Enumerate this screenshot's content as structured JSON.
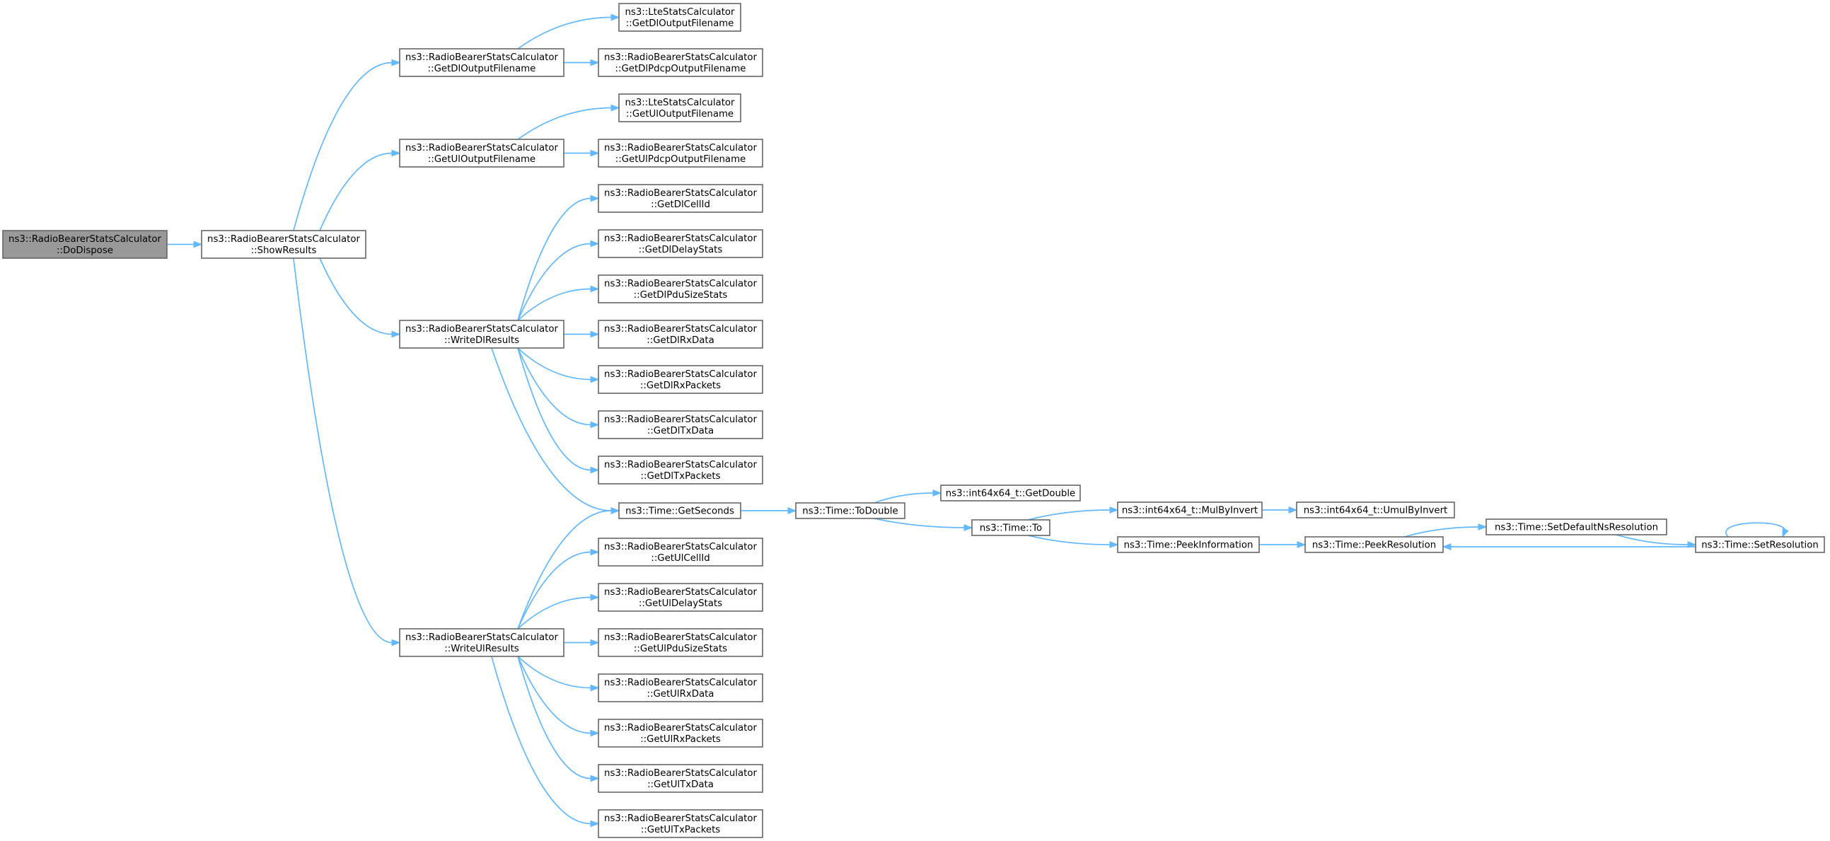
{
  "diagram": {
    "type": "call-graph",
    "edge_color": "#63b8ff",
    "node_border_color": "#666666",
    "root_fill_color": "#999999",
    "nodes": [
      {
        "id": "dispose",
        "lines": [
          "ns3::RadioBearerStatsCalculator",
          "::DoDispose"
        ],
        "root": true
      },
      {
        "id": "show",
        "lines": [
          "ns3::RadioBearerStatsCalculator",
          "::ShowResults"
        ]
      },
      {
        "id": "getdlout",
        "lines": [
          "ns3::RadioBearerStatsCalculator",
          "::GetDlOutputFilename"
        ]
      },
      {
        "id": "getulout",
        "lines": [
          "ns3::RadioBearerStatsCalculator",
          "::GetUlOutputFilename"
        ]
      },
      {
        "id": "writedl",
        "lines": [
          "ns3::RadioBearerStatsCalculator",
          "::WriteDlResults"
        ]
      },
      {
        "id": "writeul",
        "lines": [
          "ns3::RadioBearerStatsCalculator",
          "::WriteUlResults"
        ]
      },
      {
        "id": "lte_dl",
        "lines": [
          "ns3::LteStatsCalculator",
          "::GetDlOutputFilename"
        ]
      },
      {
        "id": "pdcp_dl",
        "lines": [
          "ns3::RadioBearerStatsCalculator",
          "::GetDlPdcpOutputFilename"
        ]
      },
      {
        "id": "lte_ul",
        "lines": [
          "ns3::LteStatsCalculator",
          "::GetUlOutputFilename"
        ]
      },
      {
        "id": "pdcp_ul",
        "lines": [
          "ns3::RadioBearerStatsCalculator",
          "::GetUlPdcpOutputFilename"
        ]
      },
      {
        "id": "dlcell",
        "lines": [
          "ns3::RadioBearerStatsCalculator",
          "::GetDlCellId"
        ]
      },
      {
        "id": "dldelay",
        "lines": [
          "ns3::RadioBearerStatsCalculator",
          "::GetDlDelayStats"
        ]
      },
      {
        "id": "dlpdu",
        "lines": [
          "ns3::RadioBearerStatsCalculator",
          "::GetDlPduSizeStats"
        ]
      },
      {
        "id": "dlrxdata",
        "lines": [
          "ns3::RadioBearerStatsCalculator",
          "::GetDlRxData"
        ]
      },
      {
        "id": "dlrxpk",
        "lines": [
          "ns3::RadioBearerStatsCalculator",
          "::GetDlRxPackets"
        ]
      },
      {
        "id": "dltxdata",
        "lines": [
          "ns3::RadioBearerStatsCalculator",
          "::GetDlTxData"
        ]
      },
      {
        "id": "dltxpk",
        "lines": [
          "ns3::RadioBearerStatsCalculator",
          "::GetDlTxPackets"
        ]
      },
      {
        "id": "getsec",
        "lines": [
          "ns3::Time::GetSeconds"
        ]
      },
      {
        "id": "ulcell",
        "lines": [
          "ns3::RadioBearerStatsCalculator",
          "::GetUlCellId"
        ]
      },
      {
        "id": "uldelay",
        "lines": [
          "ns3::RadioBearerStatsCalculator",
          "::GetUlDelayStats"
        ]
      },
      {
        "id": "ulpdu",
        "lines": [
          "ns3::RadioBearerStatsCalculator",
          "::GetUlPduSizeStats"
        ]
      },
      {
        "id": "ulrxdata",
        "lines": [
          "ns3::RadioBearerStatsCalculator",
          "::GetUlRxData"
        ]
      },
      {
        "id": "ulrxpk",
        "lines": [
          "ns3::RadioBearerStatsCalculator",
          "::GetUlRxPackets"
        ]
      },
      {
        "id": "ultxdata",
        "lines": [
          "ns3::RadioBearerStatsCalculator",
          "::GetUlTxData"
        ]
      },
      {
        "id": "ultxpk",
        "lines": [
          "ns3::RadioBearerStatsCalculator",
          "::GetUlTxPackets"
        ]
      },
      {
        "id": "todouble",
        "lines": [
          "ns3::Time::ToDouble"
        ]
      },
      {
        "id": "getdouble",
        "lines": [
          "ns3::int64x64_t::GetDouble"
        ]
      },
      {
        "id": "to",
        "lines": [
          "ns3::Time::To"
        ]
      },
      {
        "id": "mulbyinv",
        "lines": [
          "ns3::int64x64_t::MulByInvert"
        ]
      },
      {
        "id": "umulbyinv",
        "lines": [
          "ns3::int64x64_t::UmulByInvert"
        ]
      },
      {
        "id": "peekinfo",
        "lines": [
          "ns3::Time::PeekInformation"
        ]
      },
      {
        "id": "peekres",
        "lines": [
          "ns3::Time::PeekResolution"
        ]
      },
      {
        "id": "setdefns",
        "lines": [
          "ns3::Time::SetDefaultNsResolution"
        ]
      },
      {
        "id": "setres",
        "lines": [
          "ns3::Time::SetResolution"
        ]
      }
    ],
    "edges": [
      [
        "dispose",
        "show"
      ],
      [
        "show",
        "getdlout"
      ],
      [
        "show",
        "getulout"
      ],
      [
        "show",
        "writedl"
      ],
      [
        "show",
        "writeul"
      ],
      [
        "getdlout",
        "lte_dl"
      ],
      [
        "getdlout",
        "pdcp_dl"
      ],
      [
        "getulout",
        "lte_ul"
      ],
      [
        "getulout",
        "pdcp_ul"
      ],
      [
        "writedl",
        "dlcell"
      ],
      [
        "writedl",
        "dldelay"
      ],
      [
        "writedl",
        "dlpdu"
      ],
      [
        "writedl",
        "dlrxdata"
      ],
      [
        "writedl",
        "dlrxpk"
      ],
      [
        "writedl",
        "dltxdata"
      ],
      [
        "writedl",
        "dltxpk"
      ],
      [
        "writedl",
        "getsec"
      ],
      [
        "writeul",
        "getsec"
      ],
      [
        "writeul",
        "ulcell"
      ],
      [
        "writeul",
        "uldelay"
      ],
      [
        "writeul",
        "ulpdu"
      ],
      [
        "writeul",
        "ulrxdata"
      ],
      [
        "writeul",
        "ulrxpk"
      ],
      [
        "writeul",
        "ultxdata"
      ],
      [
        "writeul",
        "ultxpk"
      ],
      [
        "getsec",
        "todouble"
      ],
      [
        "todouble",
        "getdouble"
      ],
      [
        "todouble",
        "to"
      ],
      [
        "to",
        "mulbyinv"
      ],
      [
        "to",
        "peekinfo"
      ],
      [
        "mulbyinv",
        "umulbyinv"
      ],
      [
        "peekinfo",
        "peekres"
      ],
      [
        "peekres",
        "setdefns"
      ],
      [
        "setdefns",
        "setres"
      ],
      [
        "setres",
        "peekres"
      ],
      [
        "setres",
        "setres"
      ]
    ]
  }
}
